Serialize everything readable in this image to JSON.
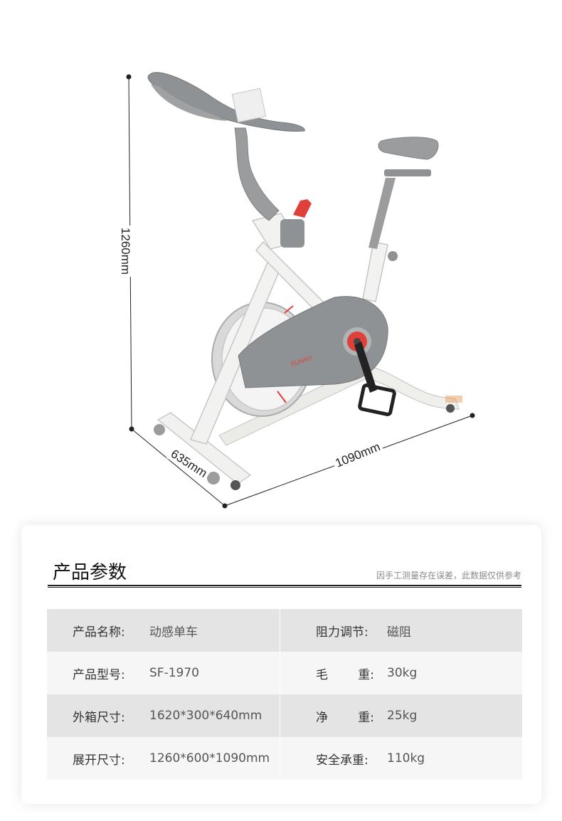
{
  "product_image": {
    "brand_logo_text": "SUNNY",
    "colors": {
      "frame": "#f2f2f0",
      "grey_parts": "#8f9295",
      "accent_red": "#e0403a"
    }
  },
  "dimensions": {
    "height": "1260mm",
    "width": "635mm",
    "length": "1090mm"
  },
  "spec_panel": {
    "title": "产品参数",
    "note": "因手工测量存在误差，此数据仅供参考",
    "rows": [
      {
        "left_label": "产品名称:",
        "left_value": "动感单车",
        "right_label": "阻力调节:",
        "right_value": "磁阻"
      },
      {
        "left_label": "产品型号:",
        "left_value": "SF-1970",
        "right_label_a": "毛",
        "right_label_b": "重:",
        "right_value": "30kg"
      },
      {
        "left_label": "外箱尺寸:",
        "left_value": "1620*300*640mm",
        "right_label_a": "净",
        "right_label_b": "重:",
        "right_value": "25kg"
      },
      {
        "left_label": "展开尺寸:",
        "left_value": "1260*600*1090mm",
        "right_label": "安全承重:",
        "right_value": "110kg"
      }
    ]
  }
}
